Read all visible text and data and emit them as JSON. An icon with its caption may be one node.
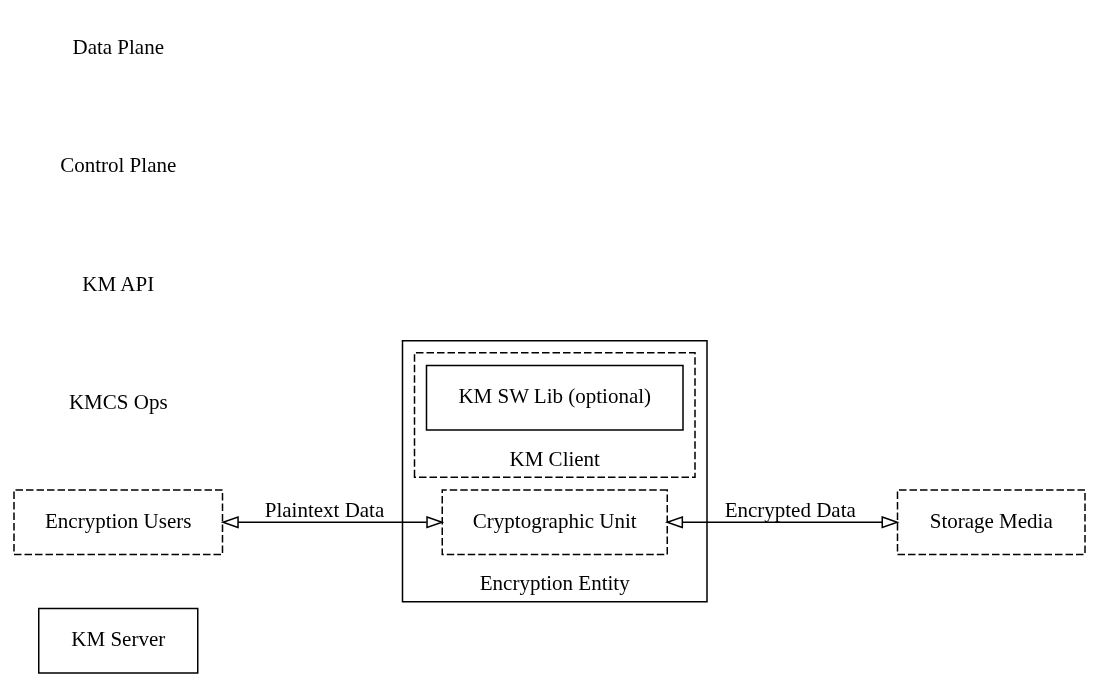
{
  "diagram": {
    "nodes": [
      {
        "text": [
          "KM Server"
        ]
      },
      {
        "text": [
          "Encryption Entity"
        ]
      },
      {
        "text": [
          "KM Client"
        ],
        "in": 1
      },
      {
        "text": [
          "KM SW Lib (optional)"
        ],
        "in": 2
      },
      {
        "text": [
          "Cryptographic Unit"
        ],
        "in": 1
      },
      {
        "text": [
          "Encryption Users"
        ]
      },
      {
        "text": [
          "Storage Media"
        ]
      }
    ],
    "edges": [
      {
        "from": 5,
        "to": 4,
        "arrow": "both",
        "label": "Plaintext Data"
      },
      {
        "from": 4,
        "to": 6,
        "arrow": "both",
        "label": "Encrypted Data"
      }
    ],
    "labels": [
      "KMCS Ops",
      "KM API",
      "Control Plane",
      "Data Plane"
    ]
  }
}
